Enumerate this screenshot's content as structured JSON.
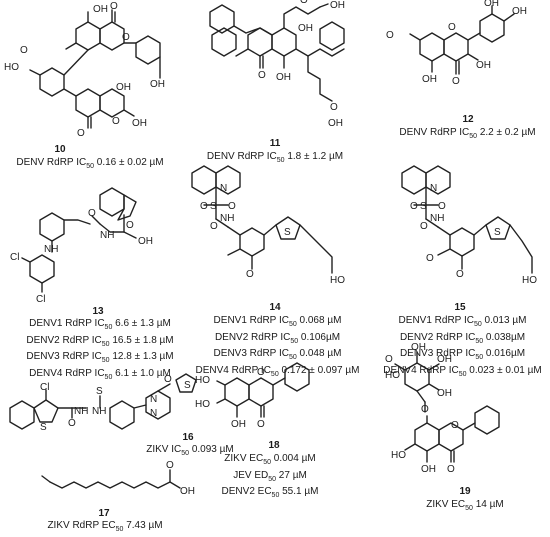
{
  "compounds": [
    {
      "id": "10",
      "lines": [
        {
          "pre": "DENV RdRP IC",
          "sub": "50",
          "post": " 0.16 ± 0.02 µM"
        }
      ]
    },
    {
      "id": "11",
      "lines": [
        {
          "pre": "DENV RdRP IC",
          "sub": "50",
          "post": " 1.8 ± 1.2 µM"
        }
      ]
    },
    {
      "id": "12",
      "lines": [
        {
          "pre": "DENV RdRP IC",
          "sub": "50",
          "post": " 2.2 ± 0.2 µM"
        }
      ]
    },
    {
      "id": "13",
      "lines": [
        {
          "pre": "DENV1 RdRP IC",
          "sub": "50",
          "post": " 6.6 ± 1.3 µM"
        },
        {
          "pre": "DENV2 RdRP IC",
          "sub": "50",
          "post": " 16.5 ± 1.8 µM"
        },
        {
          "pre": "DENV3 RdRP IC",
          "sub": "50",
          "post": " 12.8 ± 1.3 µM"
        },
        {
          "pre": "DENV4 RdRP IC",
          "sub": "50",
          "post": " 6.1 ± 1.0 µM"
        }
      ]
    },
    {
      "id": "14",
      "lines": [
        {
          "pre": "DENV1 RdRP IC",
          "sub": "50",
          "post": " 0.068 µM"
        },
        {
          "pre": "DENV2 RdRP IC",
          "sub": "50",
          "post": " 0.106µM"
        },
        {
          "pre": "DENV3 RdRP IC",
          "sub": "50",
          "post": " 0.048 µM"
        },
        {
          "pre": "DENV4 RdRP IC",
          "sub": "50",
          "post": " 0.172 ± 0.097 µM"
        }
      ]
    },
    {
      "id": "15",
      "lines": [
        {
          "pre": "DENV1 RdRP IC",
          "sub": "50",
          "post": " 0.013 µM"
        },
        {
          "pre": "DENV2 RdRP IC",
          "sub": "50",
          "post": " 0.038µM"
        },
        {
          "pre": "DENV3 RdRP IC",
          "sub": "50",
          "post": " 0.016µM"
        },
        {
          "pre": "DENV4 RdRP IC",
          "sub": "50",
          "post": " 0.023 ± 0.01 µM"
        }
      ]
    },
    {
      "id": "16",
      "lines": [
        {
          "pre": "ZIKV IC",
          "sub": "50",
          "post": " 0.093 µM"
        }
      ]
    },
    {
      "id": "17",
      "lines": [
        {
          "pre": "ZIKV RdRP  EC",
          "sub": "50",
          "post": " 7.43 µM"
        }
      ]
    },
    {
      "id": "18",
      "lines": [
        {
          "pre": "ZIKV EC",
          "sub": "50",
          "post": " 0.004 µM"
        },
        {
          "pre": "JEV ED",
          "sub": "50",
          "post": " 27 µM"
        },
        {
          "pre": "DENV2 EC",
          "sub": "50",
          "post": " 55.1 µM"
        }
      ]
    },
    {
      "id": "19",
      "lines": [
        {
          "pre": "ZIKV EC",
          "sub": "50",
          "post": " 14 µM"
        }
      ]
    }
  ]
}
